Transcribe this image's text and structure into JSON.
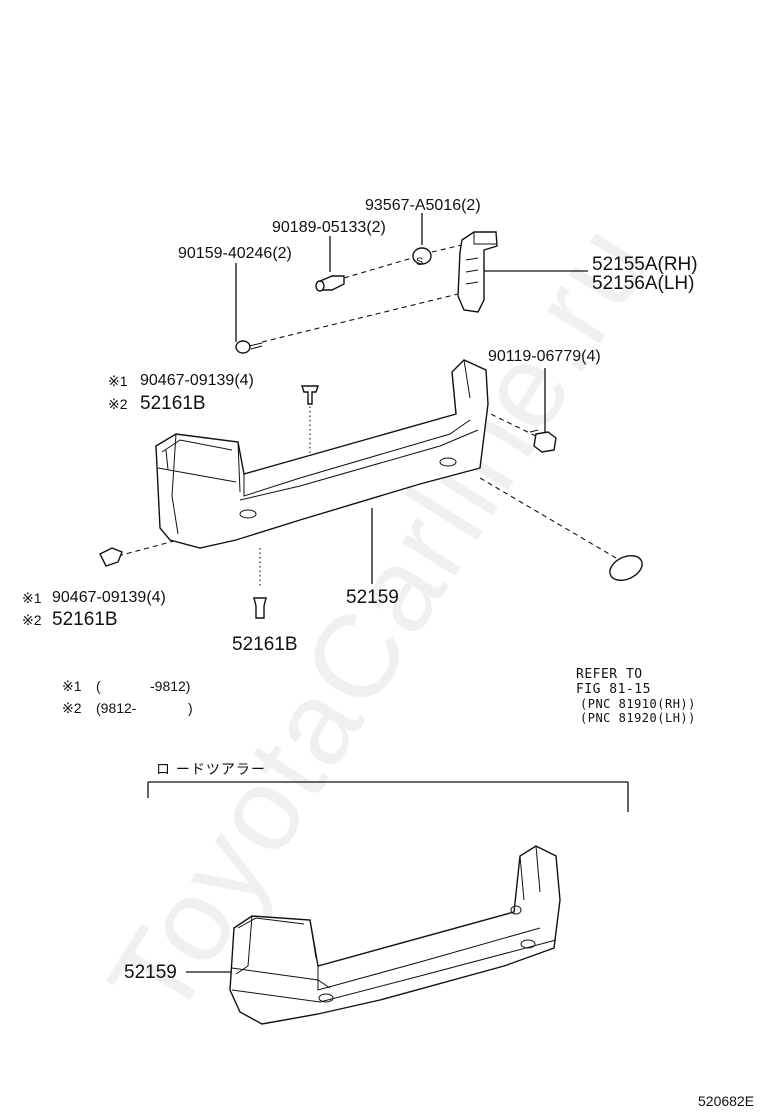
{
  "watermark": "ToyotaCarline.ru",
  "parts": {
    "p93567": "93567-A5016(2)",
    "p90189": "90189-05133(2)",
    "p90159": "90159-40246(2)",
    "p52155": "52155A(RH)",
    "p52156": "52156A(LH)",
    "p90119": "90119-06779(4)",
    "clip_top_1": "90467-09139(4)",
    "clip_top_2": "52161B",
    "clip_left_1": "90467-09139(4)",
    "clip_left_2": "52161B",
    "p52159": "52159",
    "p52161B_bottom": "52161B",
    "p52159_lower": "52159"
  },
  "marks": {
    "mark1": "※1",
    "mark2": "※2",
    "bolt_s": "S"
  },
  "notes": {
    "note1_open": "(",
    "note1_close": "-9812)",
    "note2_open": "(9812-",
    "note2_close": ")"
  },
  "refer": {
    "line1": "REFER TO",
    "line2": "FIG 81-15",
    "line3": "(PNC 81910(RH))",
    "line4": "(PNC 81920(LH))"
  },
  "variant_header": "ロ ードツアラー",
  "figure_code": "520682E"
}
